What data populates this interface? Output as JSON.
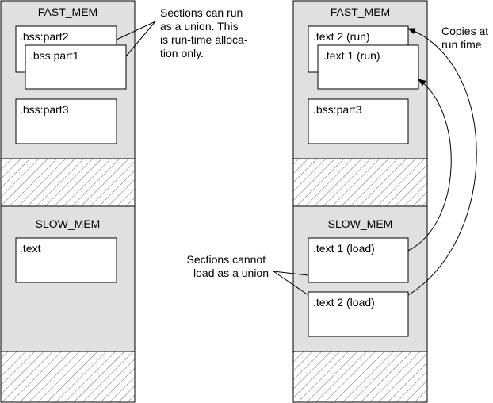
{
  "left_column": {
    "fast_mem_label": "FAST_MEM",
    "slow_mem_label": "SLOW_MEM",
    "sections": {
      "bss_part2": ".bss:part2",
      "bss_part1": ".bss:part1",
      "bss_part3": ".bss:part3",
      "text": ".text"
    }
  },
  "right_column": {
    "fast_mem_label": "FAST_MEM",
    "slow_mem_label": "SLOW_MEM",
    "sections": {
      "text2_run": ".text 2 (run)",
      "text1_run": ".text 1 (run)",
      "bss_part3": ".bss:part3",
      "text1_load": ".text 1 (load)",
      "text2_load": ".text 2 (load)"
    }
  },
  "annotations": {
    "union_run": [
      "Sections can run",
      "as a union. This",
      "is run-time alloca-",
      "tion only."
    ],
    "no_union_load": [
      "Sections cannot",
      "load as a union"
    ],
    "copies": [
      "Copies at",
      "run time"
    ]
  },
  "colors": {
    "memory_fill": "#e0e0e0",
    "outline": "#000000",
    "section_fill": "#ffffff"
  }
}
